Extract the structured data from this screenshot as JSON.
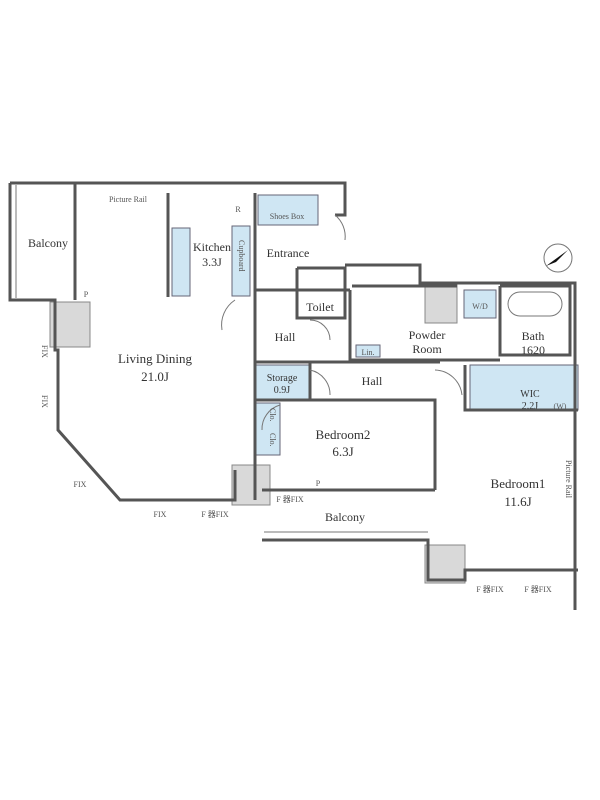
{
  "rooms": {
    "living_dining": {
      "name": "Living Dining",
      "size": "21.0J"
    },
    "kitchen": {
      "name": "Kitchen",
      "size": "3.3J"
    },
    "entrance": {
      "name": "Entrance"
    },
    "toilet": {
      "name": "Toilet"
    },
    "hall1": {
      "name": "Hall"
    },
    "hall2": {
      "name": "Hall"
    },
    "powder_room": {
      "name": "Powder Room"
    },
    "bath": {
      "name": "Bath",
      "size": "1620"
    },
    "storage": {
      "name": "Storage",
      "size": "0.9J"
    },
    "bedroom2": {
      "name": "Bedroom2",
      "size": "6.3J"
    },
    "bedroom1": {
      "name": "Bedroom1",
      "size": "11.6J"
    },
    "wic": {
      "name": "WIC",
      "size": "2.2J",
      "note": "(W)"
    },
    "balcony_left": {
      "name": "Balcony"
    },
    "balcony_bottom": {
      "name": "Balcony"
    }
  },
  "fixtures": {
    "picture_rail_top": "Picture Rail",
    "picture_rail_right": "Picture Rail",
    "shoes_box": "Shoes Box",
    "refrigerator": "R",
    "cupboard": "Cupboard",
    "linen": "Lin.",
    "washer_dryer": "W/D",
    "closet1": "Clo.",
    "closet2": "Clo.",
    "pipe_space_left": "P",
    "pipe_space_bottom": "P",
    "fix_labels": [
      "FIX",
      "FIX",
      "FIX",
      "FIX",
      "F 器FIX",
      "F 器FIX",
      "F 器FIX",
      "F 器FIX"
    ]
  },
  "colors": {
    "storage_fill": "#cfe6f3",
    "wall": "#555555",
    "shaft": "#d9d9d9"
  }
}
